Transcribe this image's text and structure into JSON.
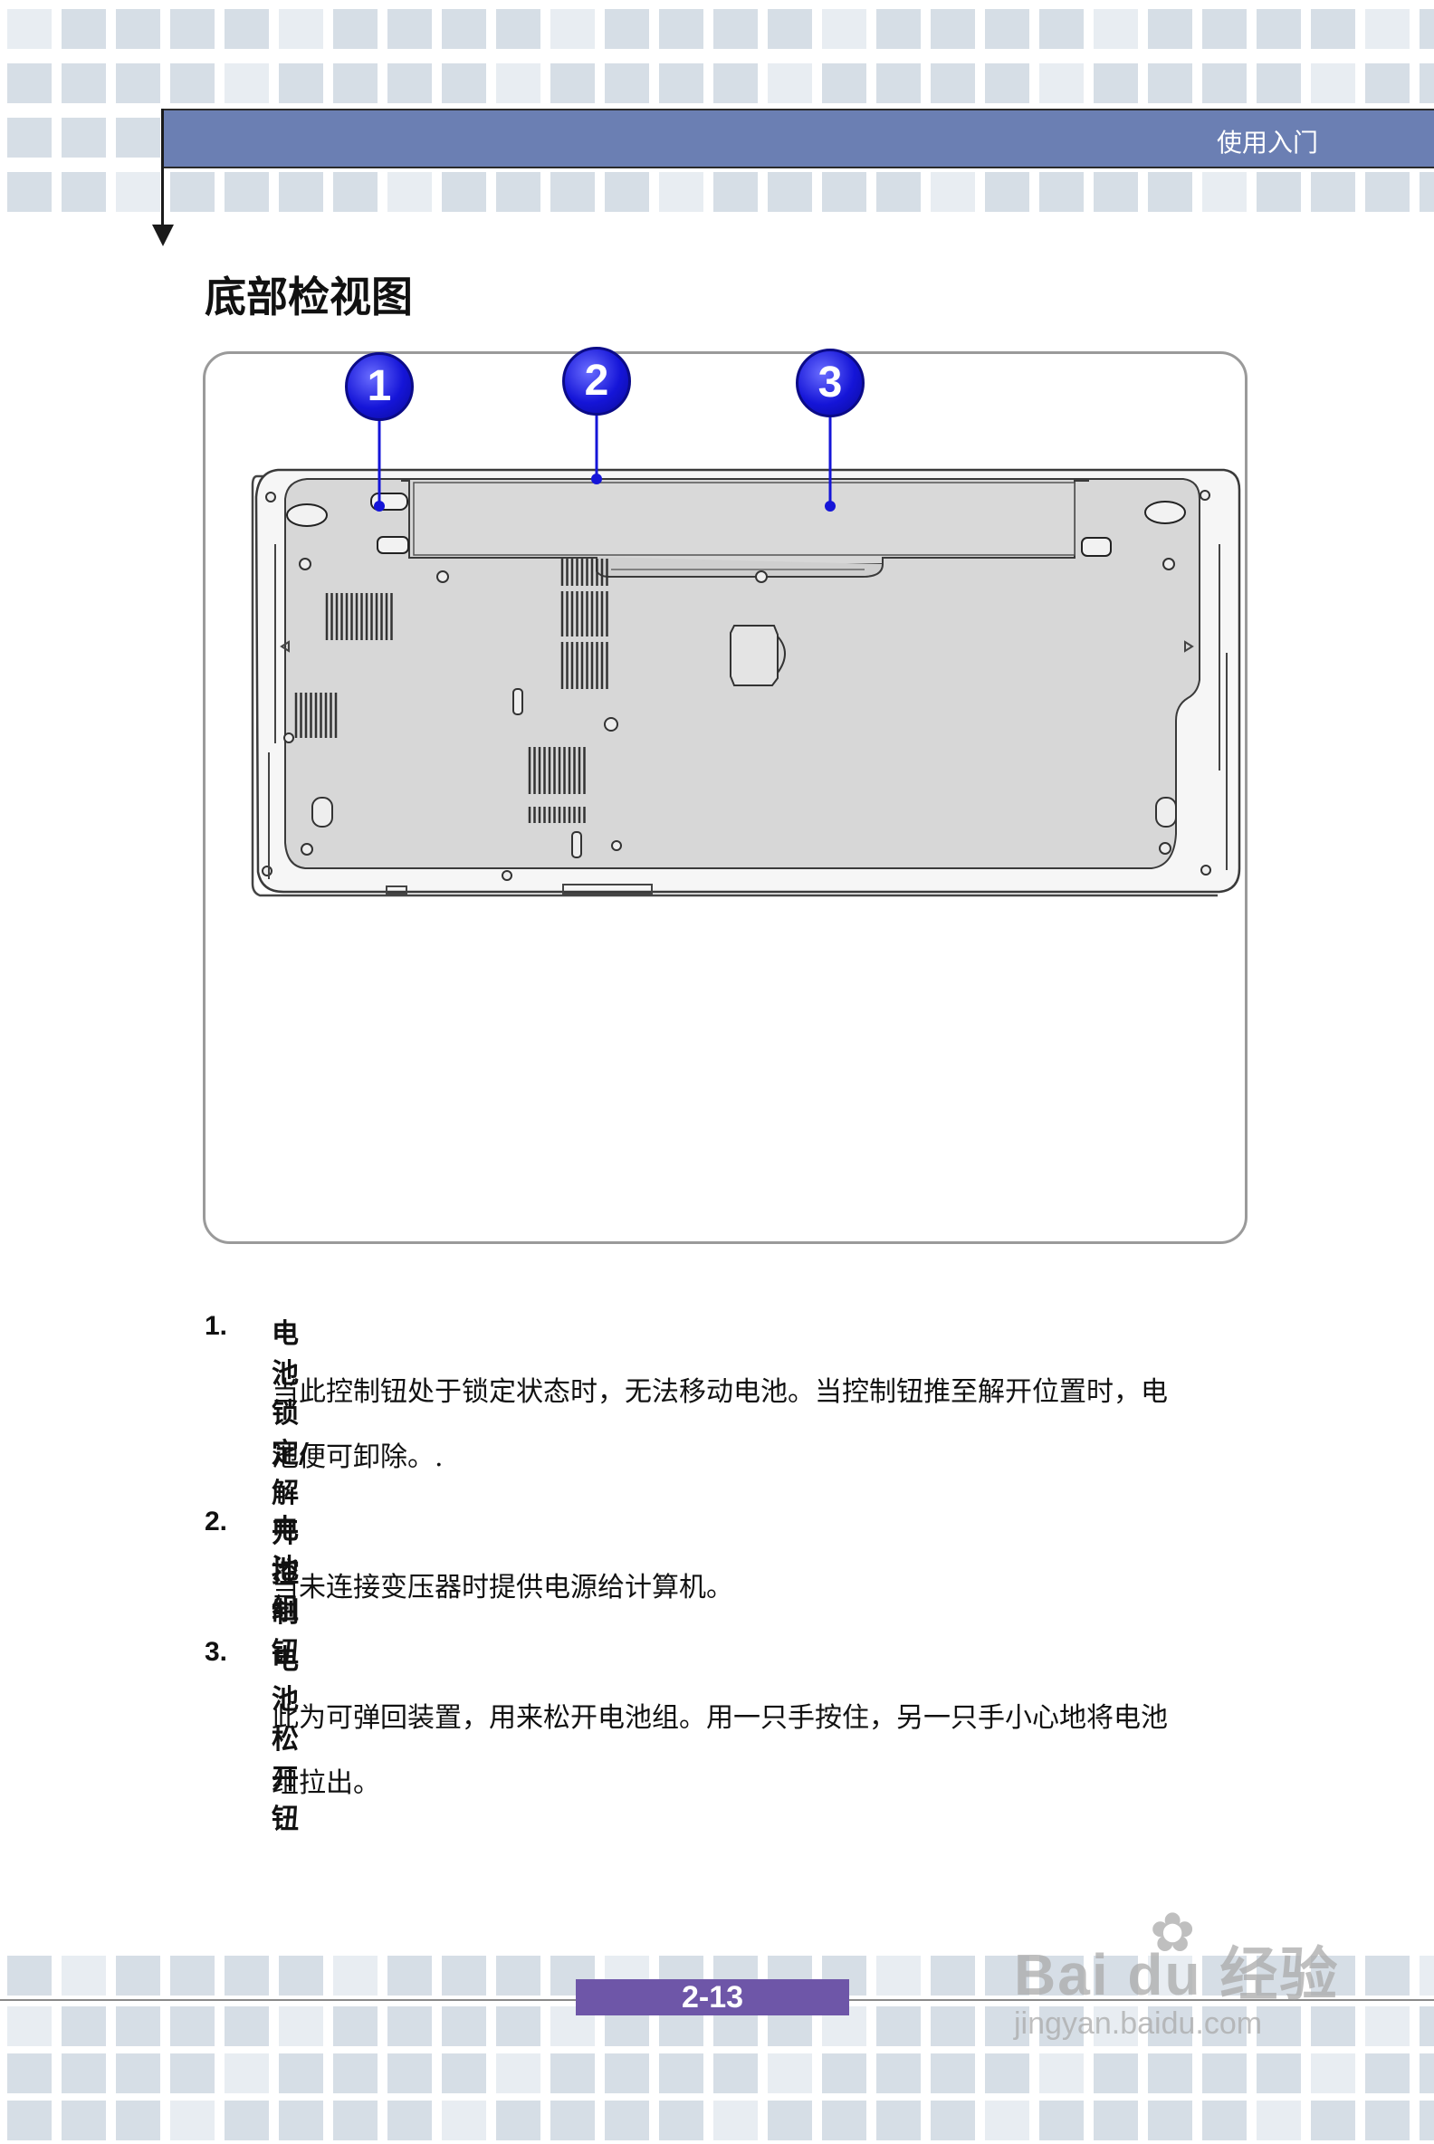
{
  "header": {
    "title": "使用入门"
  },
  "page_title": "底部检视图",
  "figure": {
    "callouts": [
      "1",
      "2",
      "3"
    ]
  },
  "items": [
    {
      "number": "1.",
      "title": "电池锁定/解开控制钮",
      "body_lines": [
        "当此控制钮处于锁定状态时，无法移动电池。当控制钮推至解开位置时，电",
        "池便可卸除。."
      ]
    },
    {
      "number": "2.",
      "title": "电池组",
      "body_lines": [
        "当未连接变压器时提供电源给计算机。"
      ]
    },
    {
      "number": "3.",
      "title": "电池松开钮",
      "body_lines": [
        "此为可弹回装置，用来松开电池组。用一只手按住，另一只手小心地将电池",
        "组拉出。"
      ]
    }
  ],
  "footer": {
    "page_number": "2-13"
  },
  "watermark": {
    "main": "Bai du 经验",
    "sub": "jingyan.baidu.com"
  },
  "colors": {
    "header_bar": "#6b7fb3",
    "page_number_bg": "#6e56a8",
    "callout": "#1515d8",
    "tile": "#d6dee6"
  }
}
